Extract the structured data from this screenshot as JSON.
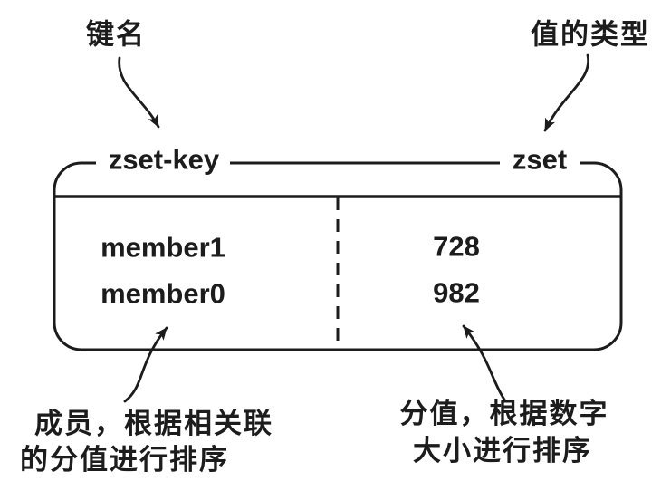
{
  "diagram": {
    "top_annotations": {
      "key_name_label": "键名",
      "value_type_label": "值的类型"
    },
    "box": {
      "key_label": "zset-key",
      "type_label": "zset",
      "rows": [
        {
          "member": "member1",
          "score": "728"
        },
        {
          "member": "member0",
          "score": "982"
        }
      ]
    },
    "bottom_annotations": {
      "member_note_line1": "成员，根据相关联",
      "member_note_line2": "的分值进行排序",
      "score_note_line1": "分值，根据数字",
      "score_note_line2": "大小进行排序"
    },
    "colors": {
      "ink": "#1c1c1c",
      "background": "#ffffff"
    }
  }
}
